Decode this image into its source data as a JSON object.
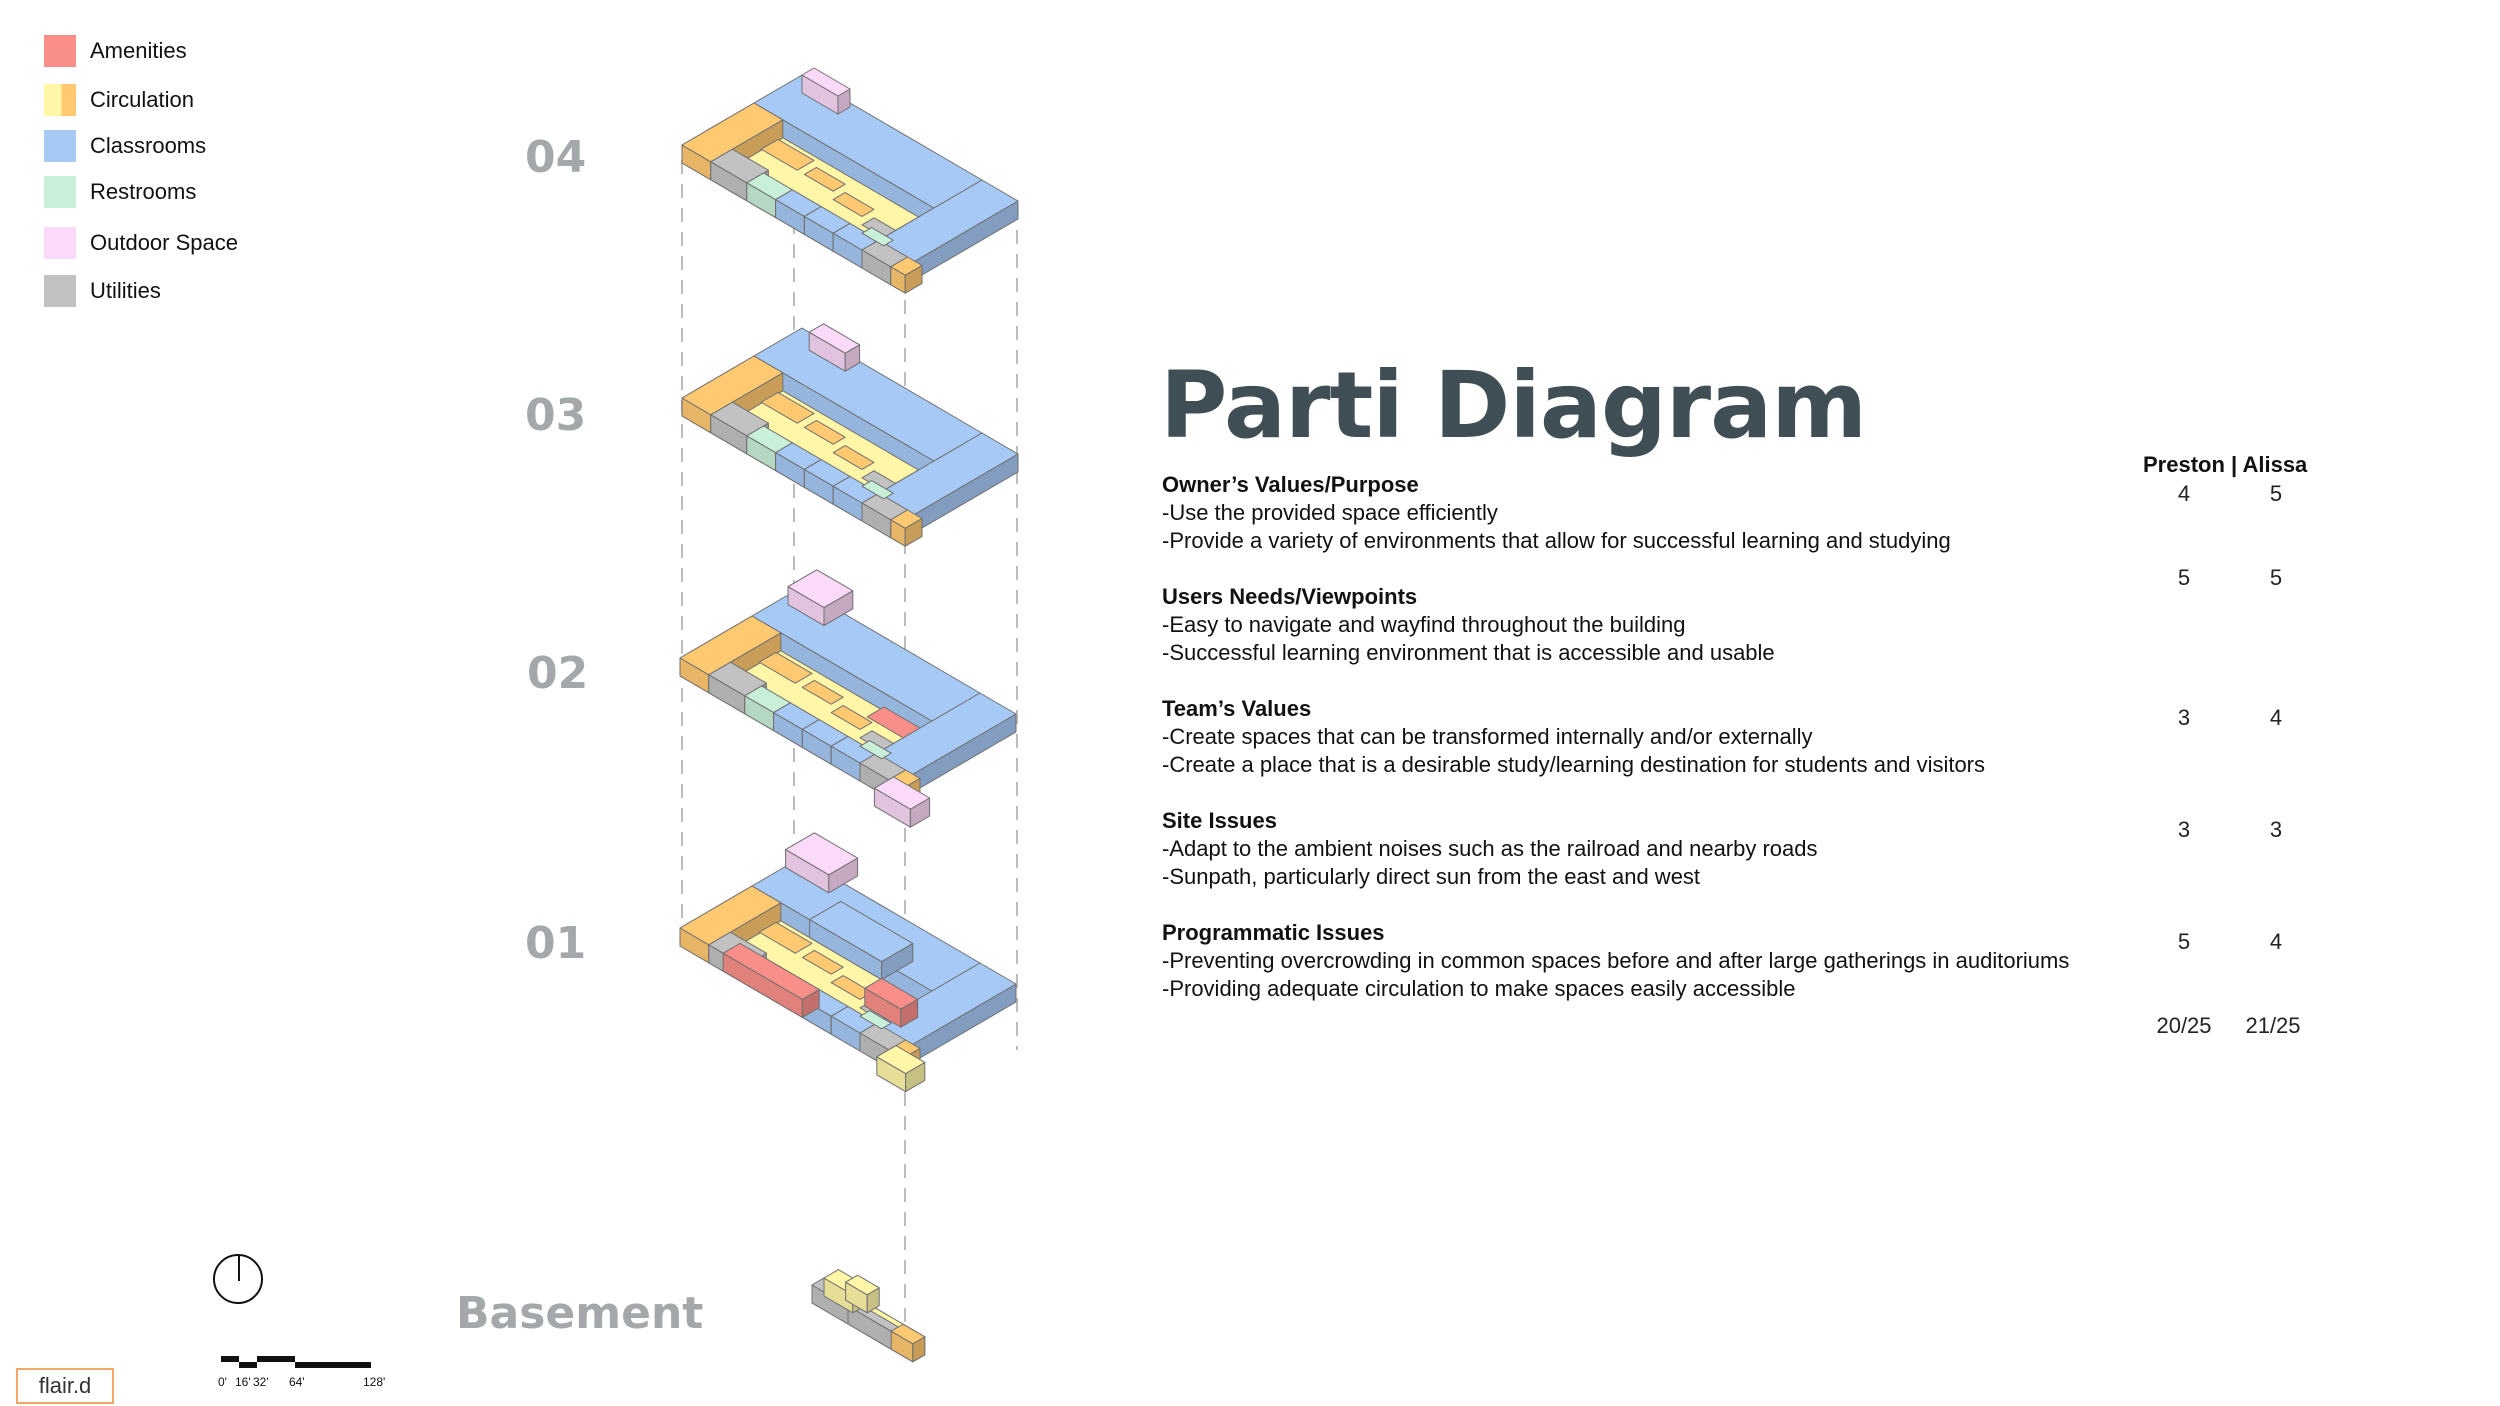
{
  "legend": [
    {
      "label": "Amenities",
      "color": "#fa8f8a"
    },
    {
      "label": "Circulation",
      "color": "#fff6a8",
      "accent": "#ffc971"
    },
    {
      "label": "Classrooms",
      "color": "#a7c9f5"
    },
    {
      "label": "Restrooms",
      "color": "#c8f0d8"
    },
    {
      "label": "Outdoor Space",
      "color": "#fbd9f8"
    },
    {
      "label": "Utilities",
      "color": "#c2c2c2"
    }
  ],
  "levels": [
    "04",
    "03",
    "02",
    "01",
    "Basement"
  ],
  "title": "Parti Diagram",
  "evaluation": {
    "columns": "Preston | Alissa",
    "sections": [
      {
        "heading": "Owner’s Values/Purpose",
        "lines": [
          "-Use the provided space efficiently",
          "-Provide a variety of environments that allow for successful learning and studying"
        ],
        "scores": [
          "4",
          "5"
        ]
      },
      {
        "heading": "Users Needs/Viewpoints",
        "lines": [
          "-Easy to navigate and wayfind throughout the building",
          "-Successful learning environment that is accessible and usable"
        ],
        "scores": [
          "5",
          "5"
        ]
      },
      {
        "heading": "Team’s Values",
        "lines": [
          "-Create spaces that can be transformed internally and/or externally",
          "-Create a place that is a desirable study/learning destination for students and visitors"
        ],
        "scores": [
          "3",
          "4"
        ]
      },
      {
        "heading": "Site Issues",
        "lines": [
          "-Adapt to the ambient noises such as the railroad and nearby roads",
          "-Sunpath, particularly direct sun from the east and west"
        ],
        "scores": [
          "3",
          "3"
        ]
      },
      {
        "heading": "Programmatic Issues",
        "lines": [
          "-Preventing overcrowding in common spaces before and after large gatherings in auditoriums",
          "-Providing adequate circulation to make spaces easily accessible"
        ],
        "scores": [
          "5",
          "4"
        ]
      }
    ],
    "totals": [
      "20/25",
      "21/25"
    ]
  },
  "scalebar_labels": [
    "0'",
    "16'",
    "32'",
    "64'",
    "128'"
  ],
  "brand": "flair.d"
}
